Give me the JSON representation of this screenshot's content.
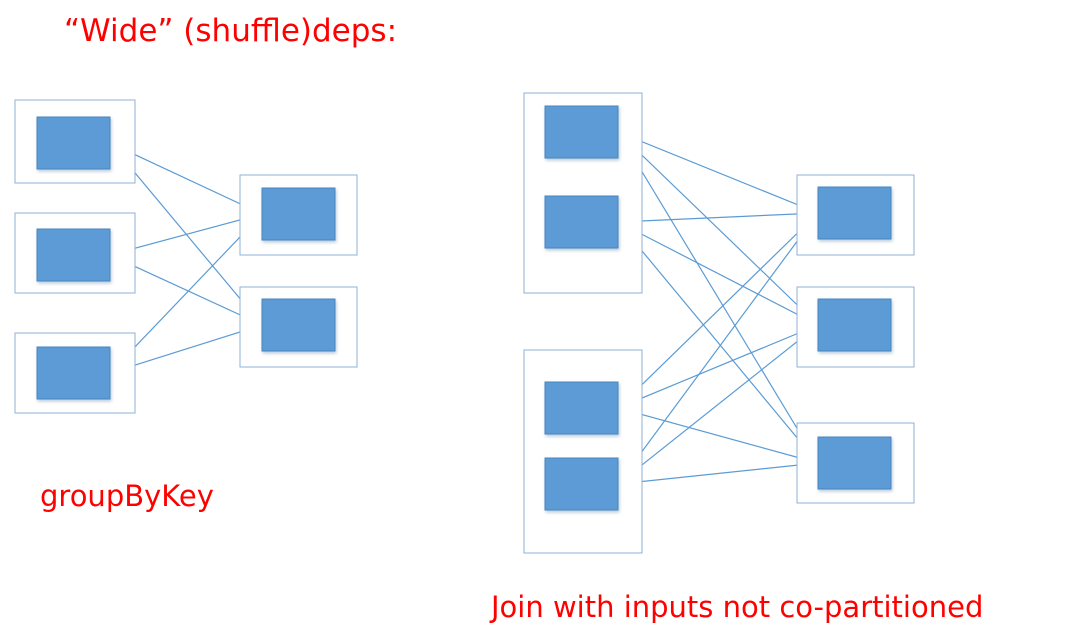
{
  "title": "“Wide” (shuffle)deps:",
  "captions": {
    "left": "groupByKey",
    "right": "Join with inputs not co-partitioned"
  },
  "colors": {
    "text": "#ff0000",
    "block_fill": "#5b9bd5",
    "block_stroke": "#4a86bf",
    "partition_stroke": "#8fb2d4",
    "arrow": "#5b9bd5"
  },
  "diagrams": [
    {
      "name": "groupByKey",
      "inputs": [
        [
          "a"
        ],
        [
          "b"
        ],
        [
          "c"
        ]
      ],
      "outputs": [
        [
          "x"
        ],
        [
          "y"
        ]
      ],
      "edges": [
        [
          "a",
          "x"
        ],
        [
          "a",
          "y"
        ],
        [
          "b",
          "x"
        ],
        [
          "b",
          "y"
        ],
        [
          "c",
          "x"
        ],
        [
          "c",
          "y"
        ]
      ]
    },
    {
      "name": "join",
      "inputs": [
        [
          "a",
          "b"
        ],
        [
          "c",
          "d"
        ]
      ],
      "outputs": [
        [
          "x"
        ],
        [
          "y"
        ],
        [
          "z"
        ]
      ],
      "edges": [
        [
          "a",
          "x"
        ],
        [
          "a",
          "y"
        ],
        [
          "a",
          "z"
        ],
        [
          "b",
          "x"
        ],
        [
          "b",
          "y"
        ],
        [
          "b",
          "z"
        ],
        [
          "c",
          "x"
        ],
        [
          "c",
          "y"
        ],
        [
          "c",
          "z"
        ],
        [
          "d",
          "x"
        ],
        [
          "d",
          "y"
        ],
        [
          "d",
          "z"
        ]
      ]
    }
  ]
}
